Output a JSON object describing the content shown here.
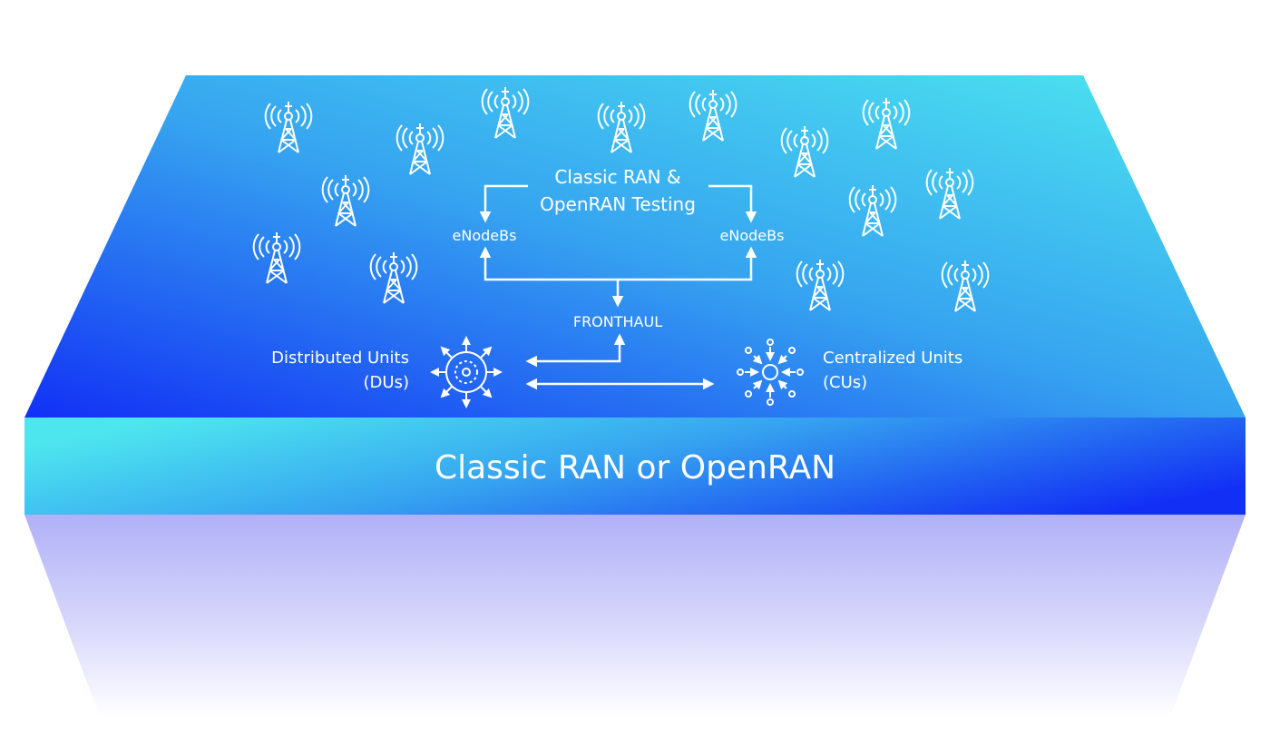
{
  "platform_label": "Classic RAN or OpenRAN",
  "testing_label": {
    "line1": "Classic RAN &",
    "line2": "OpenRAN Testing"
  },
  "enodebs_left": "eNodeBs",
  "enodebs_right": "eNodeBs",
  "fronthaul": "FRONTHAUL",
  "distributed_units": {
    "line1": "Distributed Units",
    "line2": "(DUs)"
  },
  "centralized_units": {
    "line1": "Centralized Units",
    "line2": "(CUs)"
  },
  "colors": {
    "deep_blue": "#1230f5",
    "mid_blue": "#36a4f0",
    "cyan": "#4de6ef",
    "shadow": "#b4b4f8",
    "icon": "#ffffff"
  },
  "icons": {
    "tower": "cell-tower-icon",
    "du": "distributed-unit-icon",
    "cu": "centralized-unit-icon"
  }
}
